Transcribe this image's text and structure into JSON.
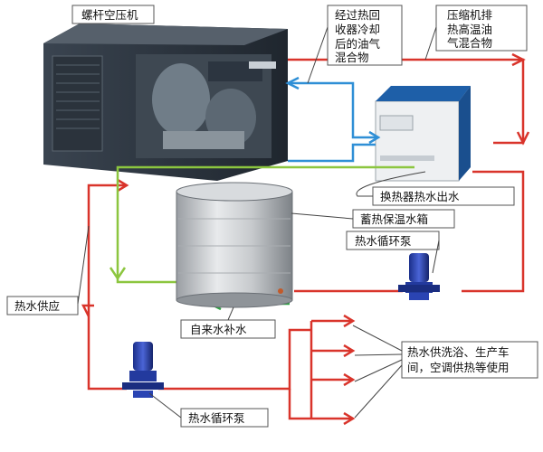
{
  "labels": {
    "compressor": "螺杆空压机",
    "cooled_oil_gas": [
      "经过热回",
      "收器冷却",
      "后的油气",
      "混合物"
    ],
    "hot_oil_gas": [
      "压缩机排",
      "热高温油",
      "气混合物"
    ],
    "exchanger_outlet": "换热器热水出水",
    "storage_tank": "蓄热保温水箱",
    "pump_top": "热水循环泵",
    "supply": "热水供应",
    "tap_water": "自来水补水",
    "usage": [
      "热水供洗浴、生产车",
      "间，空调供热等使用"
    ],
    "pump_bottom": "热水循环泵"
  },
  "colors": {
    "hot_pipe": "#d9342b",
    "cooled_pipe": "#2f8fd6",
    "water_return_pipe": "#8cc63f",
    "tap_water_pipe": "#2ea043",
    "callout_line": "#444444"
  }
}
